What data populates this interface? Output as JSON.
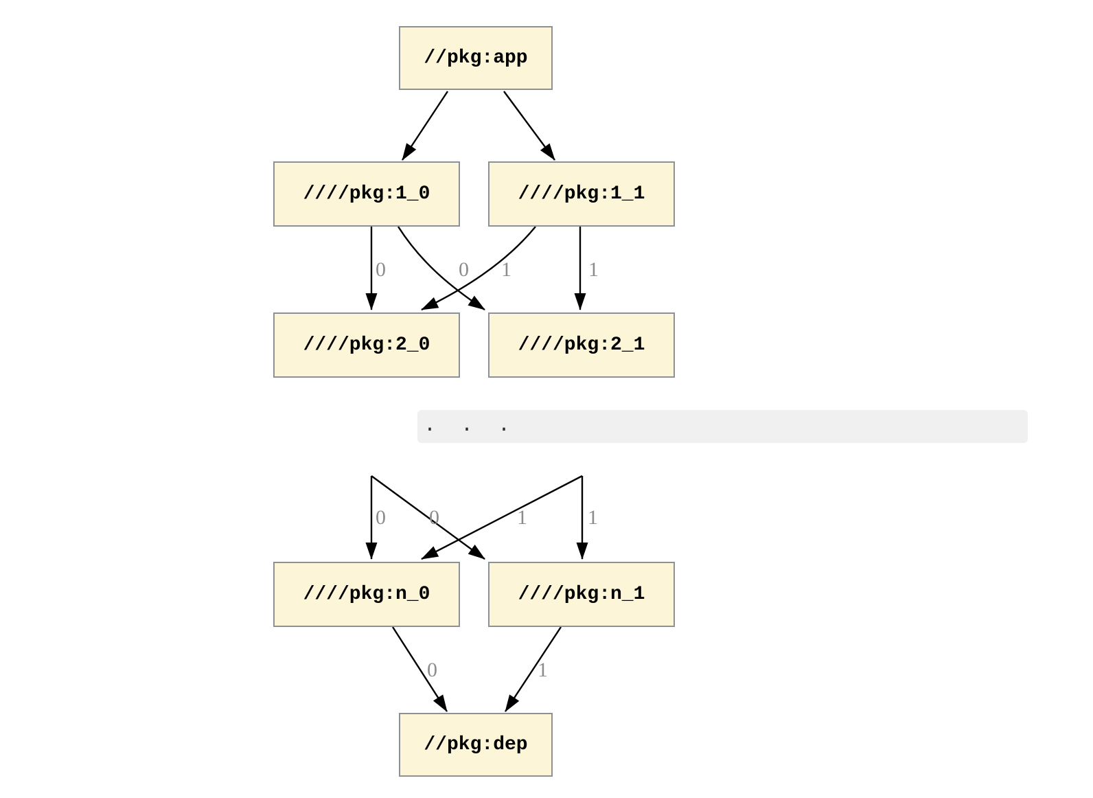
{
  "graph": {
    "nodes": {
      "app": {
        "label": "//pkg:app"
      },
      "l1_0": {
        "label": "////pkg:1_0"
      },
      "l1_1": {
        "label": "////pkg:1_1"
      },
      "l2_0": {
        "label": "////pkg:2_0"
      },
      "l2_1": {
        "label": "////pkg:2_1"
      },
      "ln_0": {
        "label": "////pkg:n_0"
      },
      "ln_1": {
        "label": "////pkg:n_1"
      },
      "dep": {
        "label": "//pkg:dep"
      }
    },
    "ellipsis_text": ".  .  .",
    "edges": [
      {
        "from": "//pkg:app",
        "to": "////pkg:1_0",
        "label": ""
      },
      {
        "from": "//pkg:app",
        "to": "////pkg:1_1",
        "label": ""
      },
      {
        "from": "////pkg:1_0",
        "to": "////pkg:2_0",
        "label": "0"
      },
      {
        "from": "////pkg:1_1",
        "to": "////pkg:2_0",
        "label": "0"
      },
      {
        "from": "////pkg:1_0",
        "to": "////pkg:2_1",
        "label": "1"
      },
      {
        "from": "////pkg:1_1",
        "to": "////pkg:2_1",
        "label": "1"
      },
      {
        "from": "...",
        "to": "////pkg:n_0",
        "label": "0"
      },
      {
        "from": "...",
        "to": "////pkg:n_0",
        "label": "0"
      },
      {
        "from": "...",
        "to": "////pkg:n_1",
        "label": "1"
      },
      {
        "from": "...",
        "to": "////pkg:n_1",
        "label": "1"
      },
      {
        "from": "////pkg:n_0",
        "to": "//pkg:dep",
        "label": "0"
      },
      {
        "from": "////pkg:n_1",
        "to": "//pkg:dep",
        "label": "1"
      }
    ],
    "colors": {
      "page_bg": "#ffffff",
      "node_fill": "#fdf5d8",
      "node_border": "#8b9196",
      "edge": "#000000",
      "edge_label": "#8c8c8c",
      "ellipsis_band": "#f0f0f0"
    }
  }
}
